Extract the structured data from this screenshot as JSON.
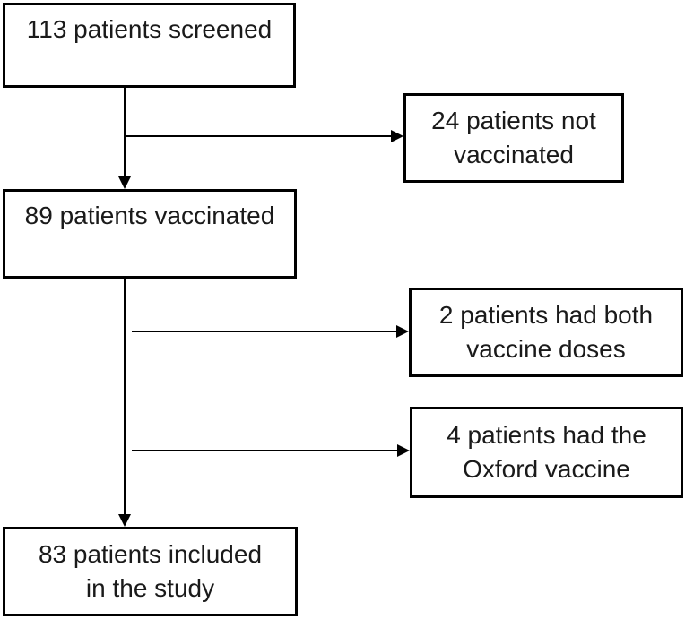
{
  "diagram": {
    "type": "flowchart",
    "background_color": "#ffffff",
    "border_color": "#000000",
    "text_color": "#1a1a1a",
    "boxes": {
      "screened": {
        "label": "113 patients screened",
        "line1": "113 patients screened"
      },
      "not_vaccinated": {
        "label": "24 patients not vaccinated",
        "line1": "24 patients not",
        "line2": "vaccinated"
      },
      "vaccinated": {
        "label": "89 patients vaccinated",
        "line1": "89 patients vaccinated"
      },
      "both_doses": {
        "label": "2 patients had both vaccine doses",
        "line1": "2 patients had both",
        "line2": "vaccine doses"
      },
      "oxford": {
        "label": "4 patients had the Oxford vaccine",
        "line1": "4 patients had the",
        "line2": "Oxford vaccine"
      },
      "included": {
        "label": "83 patients included in the study",
        "line1": "83 patients included",
        "line2": "in the study"
      }
    },
    "flows": [
      {
        "from": "113 patients screened",
        "to": "89 patients vaccinated"
      },
      {
        "from": "113 patients screened",
        "to": "24 patients not vaccinated",
        "branch": true
      },
      {
        "from": "89 patients vaccinated",
        "to": "83 patients included in the study"
      },
      {
        "from": "89 patients vaccinated",
        "to": "2 patients had both vaccine doses",
        "branch": true
      },
      {
        "from": "89 patients vaccinated",
        "to": "4 patients had the Oxford vaccine",
        "branch": true
      }
    ]
  }
}
